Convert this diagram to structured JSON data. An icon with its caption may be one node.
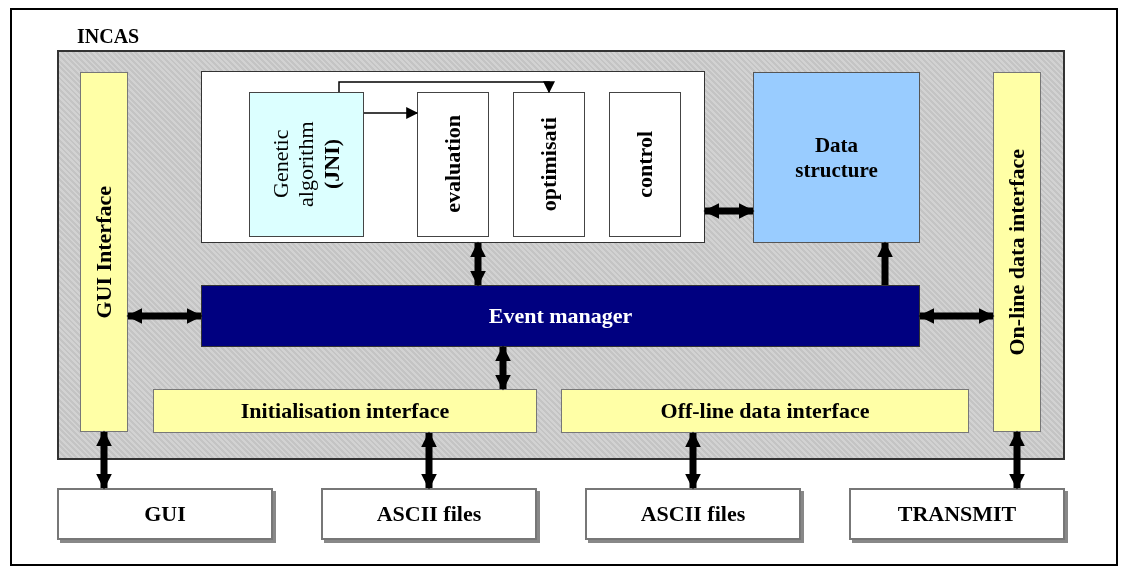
{
  "diagram": {
    "nodes": [
      {
        "text": [
          "INCAS"
        ]
      },
      {
        "text": [
          "GUI Interface"
        ],
        "in": 0
      },
      {
        "text": [],
        "shape": "box",
        "in": 0
      },
      {
        "text": [
          "Genetic algorithm **(JNI)**"
        ],
        "in": 2
      },
      {
        "text": [
          "evaluation"
        ],
        "in": 2
      },
      {
        "text": [
          "optimisati"
        ],
        "in": 2
      },
      {
        "text": [
          "control"
        ],
        "in": 2
      },
      {
        "text": [
          "Data structure"
        ],
        "in": 0
      },
      {
        "text": [
          "Event manager"
        ],
        "in": 0
      },
      {
        "text": [
          "On-line data interface"
        ],
        "in": 0
      },
      {
        "text": [
          "Initialisation interface"
        ],
        "in": 0
      },
      {
        "text": [
          "Off-line data interface"
        ],
        "in": 0
      },
      {
        "text": [
          "GUI"
        ]
      },
      {
        "text": [
          "ASCII files"
        ]
      },
      {
        "text": [
          "ASCII files"
        ]
      },
      {
        "text": [
          "TRANSMIT"
        ]
      }
    ],
    "edges": [
      {
        "from": 3,
        "to": 4,
        "arrow": "to"
      },
      {
        "from": 3,
        "to": 5,
        "arrow": "to"
      },
      {
        "from": 2,
        "to": 7,
        "arrow": "both"
      },
      {
        "from": 2,
        "to": 8,
        "arrow": "both"
      },
      {
        "from": 8,
        "to": 7,
        "arrow": "to"
      },
      {
        "from": 1,
        "to": 8,
        "arrow": "both"
      },
      {
        "from": 8,
        "to": 9,
        "arrow": "both"
      },
      {
        "from": 8,
        "to": 10,
        "arrow": "both"
      },
      {
        "from": 1,
        "to": 12,
        "arrow": "both"
      },
      {
        "from": 10,
        "to": 13,
        "arrow": "both"
      },
      {
        "from": 11,
        "to": 14,
        "arrow": "both"
      },
      {
        "from": 9,
        "to": 15,
        "arrow": "both"
      }
    ]
  }
}
